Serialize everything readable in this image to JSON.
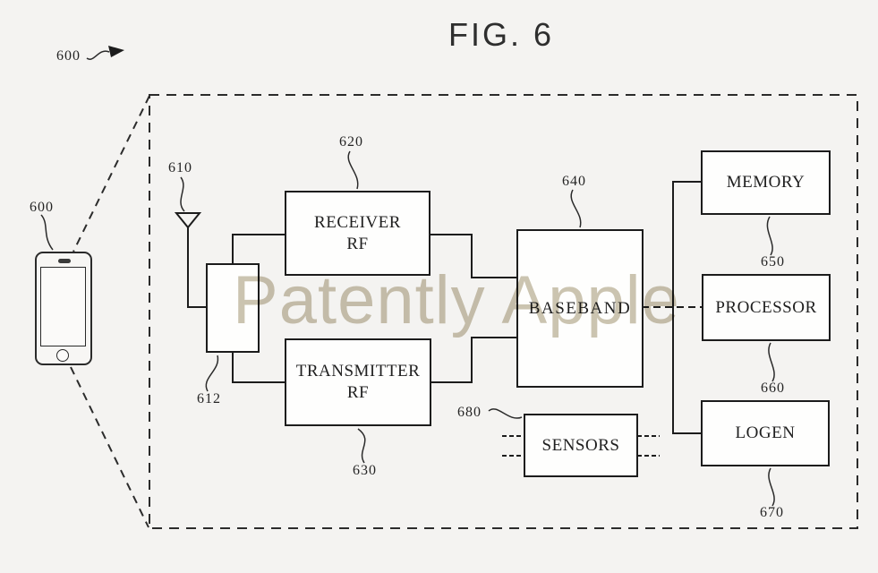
{
  "figure": {
    "title": "FIG. 6",
    "watermark": "Patently Apple"
  },
  "blocks": {
    "receiver": {
      "label": "RECEIVER\nRF"
    },
    "transmitter": {
      "label": "TRANSMITTER\nRF"
    },
    "duplexer": {
      "label": ""
    },
    "baseband": {
      "label": "BASEBAND"
    },
    "memory": {
      "label": "MEMORY"
    },
    "processor": {
      "label": "PROCESSOR"
    },
    "logen": {
      "label": "LOGEN"
    },
    "sensors": {
      "label": "SENSORS"
    }
  },
  "refs": {
    "device_arrow": "600",
    "device": "600",
    "antenna": "610",
    "duplexer": "612",
    "receiver": "620",
    "transmitter": "630",
    "baseband": "640",
    "memory": "650",
    "processor": "660",
    "logen": "670",
    "sensors": "680"
  },
  "colors": {
    "background": "#f4f3f1",
    "line": "#1c1c1c",
    "watermark": "#ccc5b2"
  }
}
